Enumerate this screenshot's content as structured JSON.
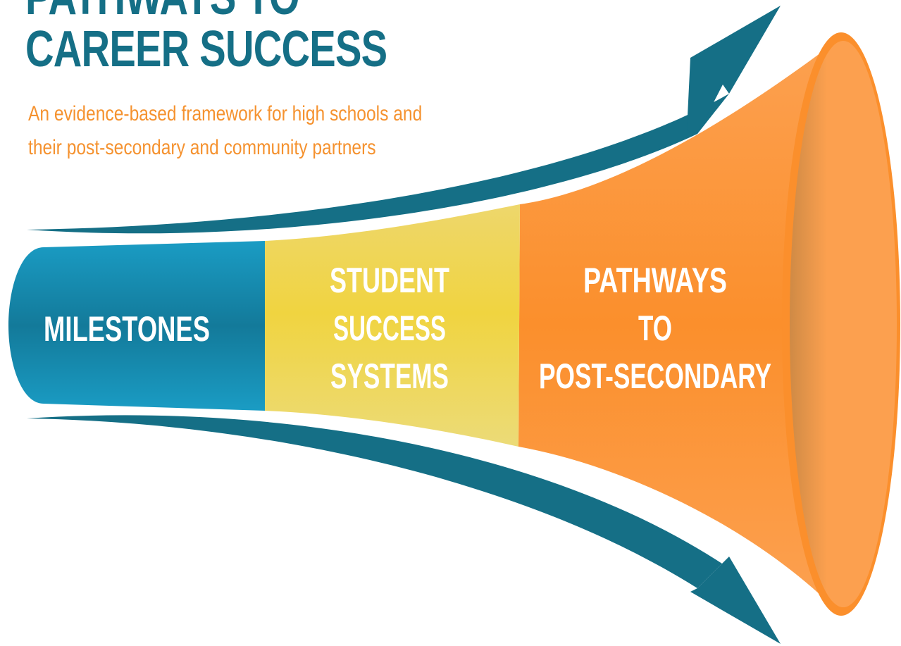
{
  "title": {
    "line1": "PATHWAYS TO",
    "line2": "CAREER SUCCESS"
  },
  "subtitle": {
    "line1": "An evidence-based framework for high schools and",
    "line2": "their post-secondary and community partners"
  },
  "segments": [
    {
      "lines": [
        "MILESTONES"
      ],
      "color": "#1796bd"
    },
    {
      "lines": [
        "STUDENT",
        "SUCCESS",
        "SYSTEMS"
      ],
      "color": "#f0d440"
    },
    {
      "lines": [
        "PATHWAYS",
        "TO",
        "POST-SECONDARY"
      ],
      "color": "#fb8f2c"
    }
  ],
  "colors": {
    "title": "#156f86",
    "subtitle": "#f5922f",
    "arrow": "#156f86",
    "funnel_rim": "#fca04f"
  }
}
